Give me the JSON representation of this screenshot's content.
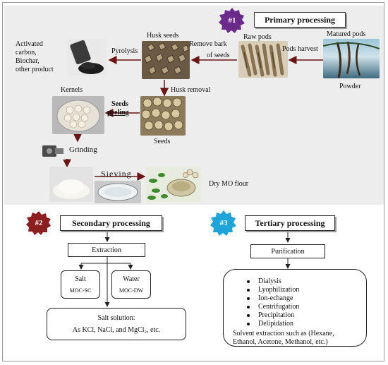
{
  "primary": {
    "badge": "#1",
    "title": "Primary processing",
    "labels": {
      "matured_pods": "Matured pods",
      "pods_harvest": "Pods harvest",
      "powder": "Powder",
      "raw_pods": "Raw pods",
      "remove_bark_1": "Remove bark",
      "remove_bark_2": "of seeds",
      "husk_seeds": "Husk seeds",
      "pyrolysis": "Pyrolysis",
      "product_1": "Activated",
      "product_2": "carbon,",
      "product_3": "Biochar,",
      "product_4": "other product",
      "husk_removal": "Husk removal",
      "kernels": "Kernels",
      "seeds_peeling_1": "Seeds",
      "seeds_peeling_2": "peeling",
      "seeds": "Seeds",
      "grinding": "Grinding",
      "sieving": "Sieving",
      "dry_flour": "Dry MO flour"
    }
  },
  "secondary": {
    "badge": "#2",
    "title": "Secondary processing",
    "extraction": "Extraction",
    "salt": "Salt",
    "salt_code": "MOC-SC",
    "water": "Water",
    "water_code": "MOC-DW",
    "solution_line1": "Salt solution:",
    "solution_line2": "As KCl, NaCl, and MgCl₂, etc."
  },
  "tertiary": {
    "badge": "#3",
    "title": "Tertiary processing",
    "purification": "Purification",
    "methods": [
      "Dialysis",
      "Lyophilization",
      "Ion-echange",
      "Centrifugation",
      "Precipitation",
      "Delipidation"
    ],
    "solvent_line1": "Solvent extraction such as (Hexane,",
    "solvent_line2": "Ethanol, Acetone, Methanol, etc.)"
  },
  "colors": {
    "badge1": "#6a2a8c",
    "badge2": "#8b1e1e",
    "badge3": "#1fa3d8",
    "panel_bg": "#ececec"
  }
}
